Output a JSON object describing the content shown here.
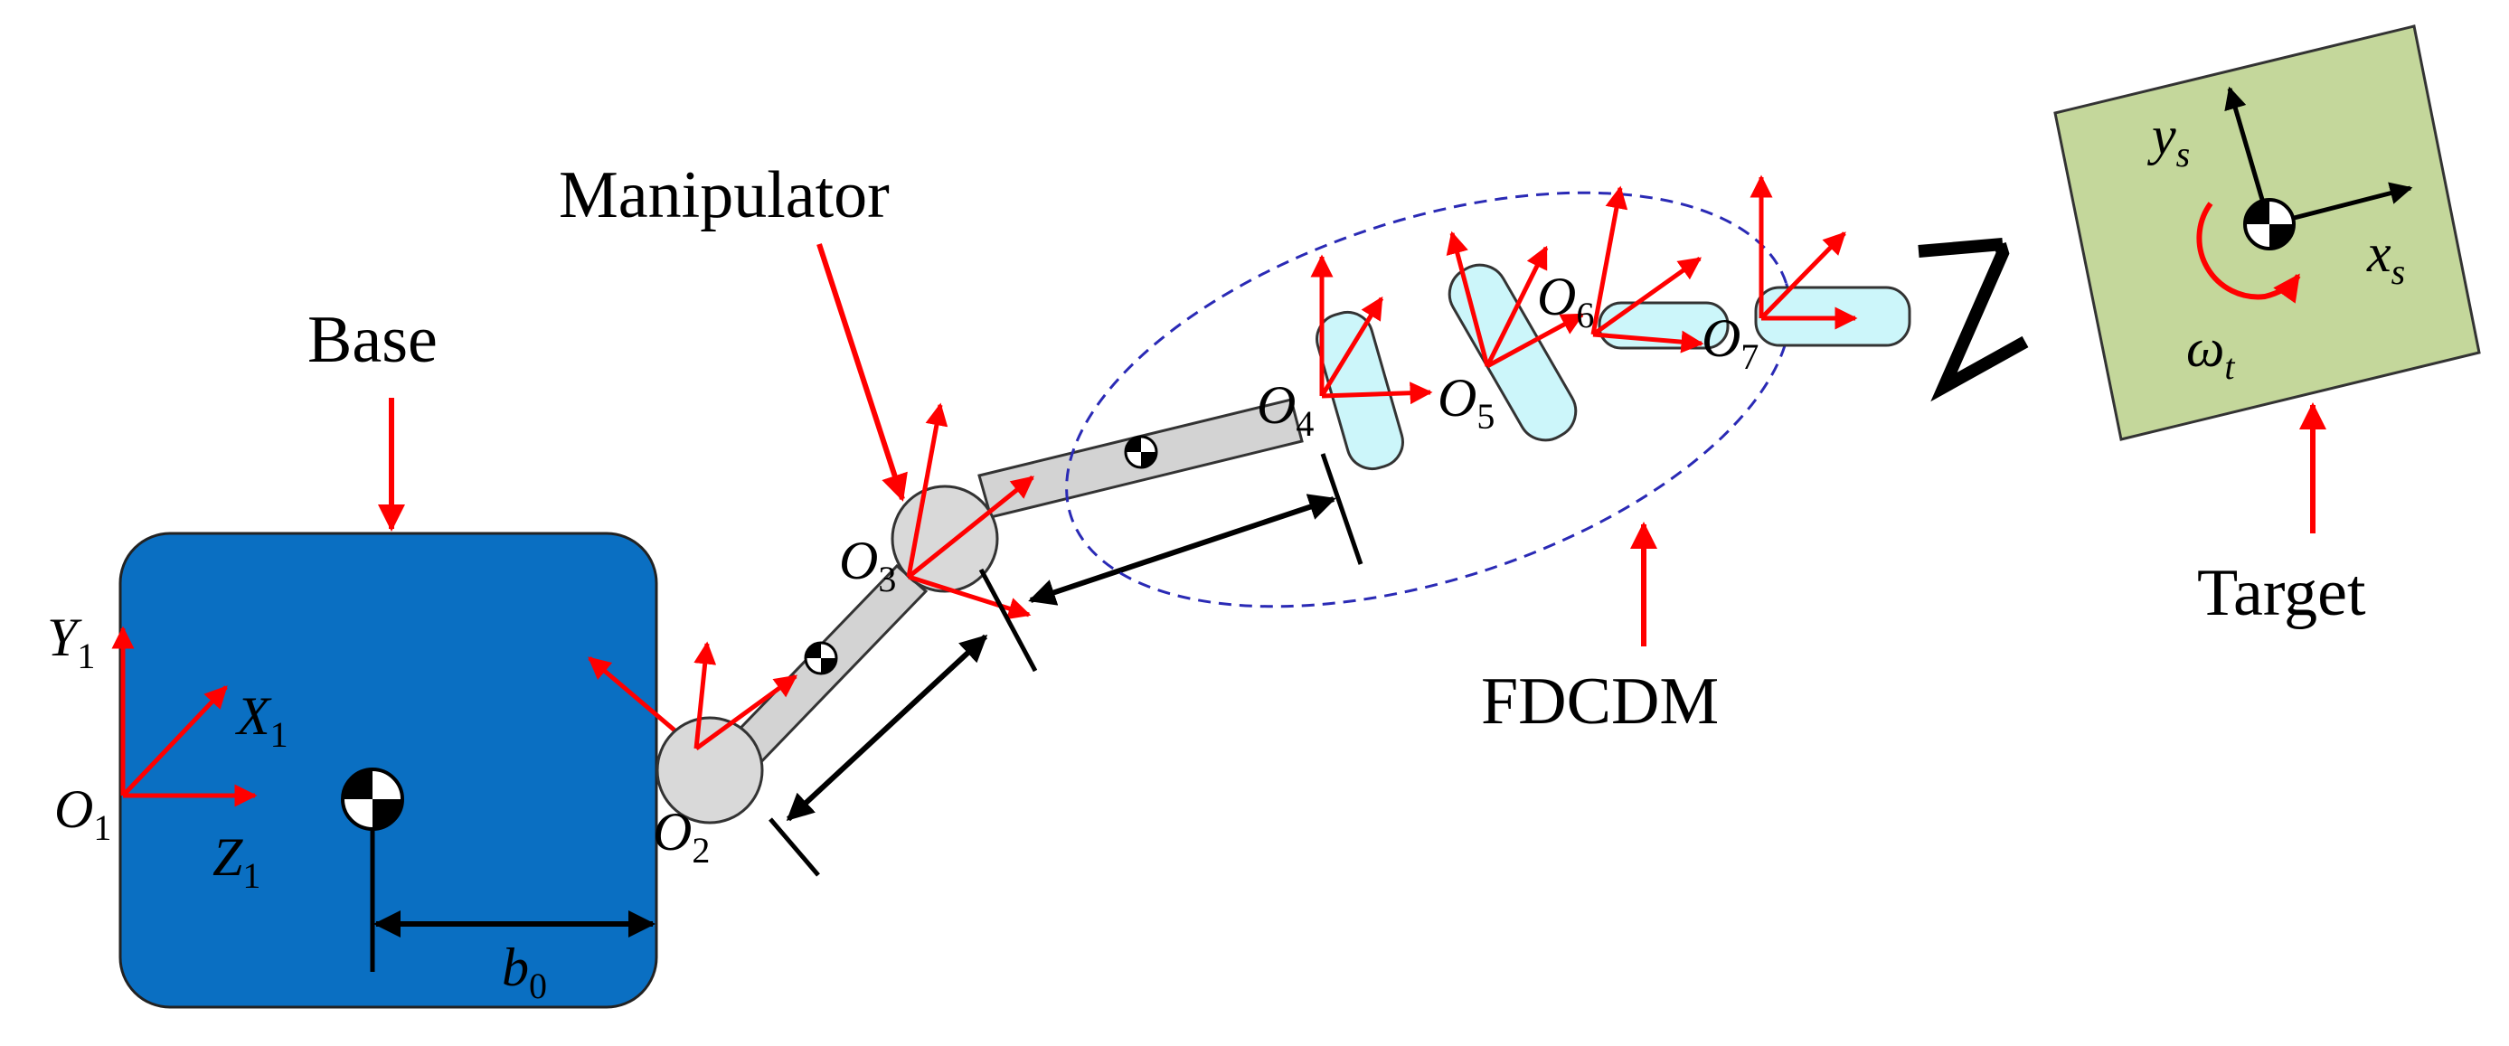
{
  "labels": {
    "base": "Base",
    "manipulator": "Manipulator",
    "fdcdm": "FDCDM",
    "target": "Target"
  },
  "symbols": {
    "o1": {
      "main": "O",
      "sub": "1"
    },
    "o2": {
      "main": "O",
      "sub": "2"
    },
    "o3": {
      "main": "O",
      "sub": "3"
    },
    "o4": {
      "main": "O",
      "sub": "4"
    },
    "o5": {
      "main": "O",
      "sub": "5"
    },
    "o6": {
      "main": "O",
      "sub": "6"
    },
    "o7": {
      "main": "O",
      "sub": "7"
    },
    "y1": {
      "main": "Y",
      "sub": "1"
    },
    "x1": {
      "main": "X",
      "sub": "1"
    },
    "z1": {
      "main": "Z",
      "sub": "1"
    },
    "b0": {
      "main": "b",
      "sub": "0"
    },
    "ys": {
      "main": "y",
      "sub": "s"
    },
    "xs": {
      "main": "x",
      "sub": "s"
    },
    "wt": {
      "main": "ω",
      "sub": "t"
    }
  },
  "colors": {
    "base_fill": "#0a6fc2",
    "link_fill": "#d3d3d3",
    "joint_fill": "#d9d9d9",
    "capsule_fill": "#ccf6fa",
    "target_fill": "#c4d79b",
    "frame_red": "#ff0000",
    "ellipse_blue": "#2a2ab5"
  }
}
